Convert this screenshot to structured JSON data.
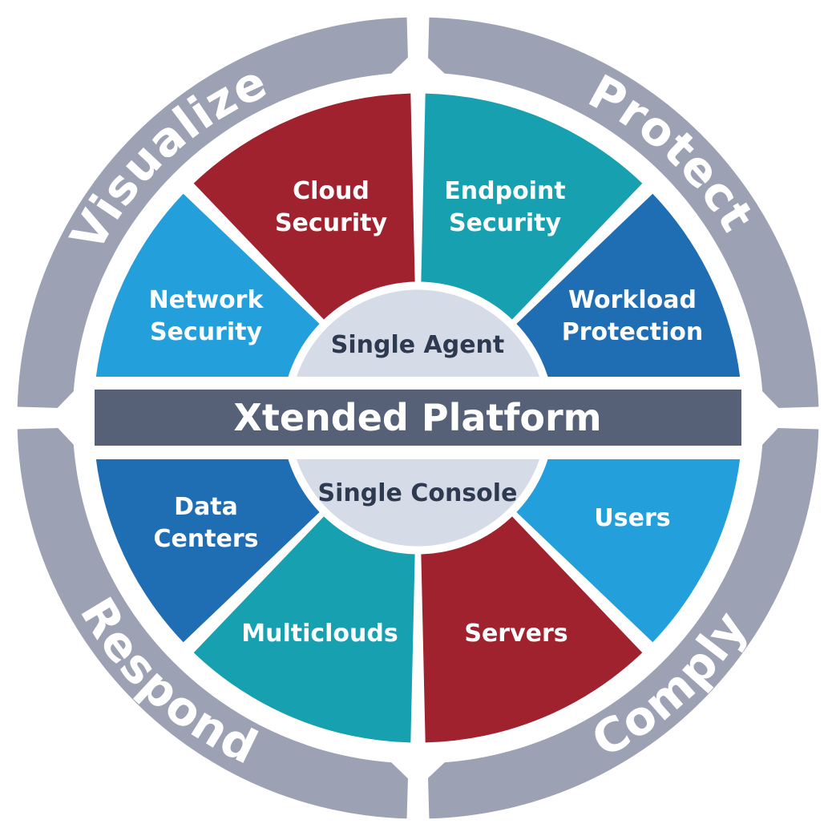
{
  "outer_ring": {
    "top_left": "Visualize",
    "top_right": "Protect",
    "bottom_left": "Respond",
    "bottom_right": "Comply"
  },
  "top_segments": [
    {
      "line1": "Network",
      "line2": "Security",
      "color": "#23a0dc"
    },
    {
      "line1": "Cloud",
      "line2": "Security",
      "color": "#a0222f"
    },
    {
      "line1": "Endpoint",
      "line2": "Security",
      "color": "#17a0b0"
    },
    {
      "line1": "Workload",
      "line2": "Protection",
      "color": "#1f6db3"
    }
  ],
  "bottom_segments": [
    {
      "line1": "Data",
      "line2": "Centers",
      "color": "#1f6db3"
    },
    {
      "line1": "Multiclouds",
      "line2": "",
      "color": "#17a0b0"
    },
    {
      "line1": "Servers",
      "line2": "",
      "color": "#a0222f"
    },
    {
      "line1": "Users",
      "line2": "",
      "color": "#23a0dc"
    }
  ],
  "core": {
    "top_label": "Single Agent",
    "bottom_label": "Single Console"
  },
  "band": {
    "label": "Xtended Platform"
  },
  "colors": {
    "ring": "#9ca1b3",
    "band": "#566178",
    "core": "#d6dbe8"
  }
}
